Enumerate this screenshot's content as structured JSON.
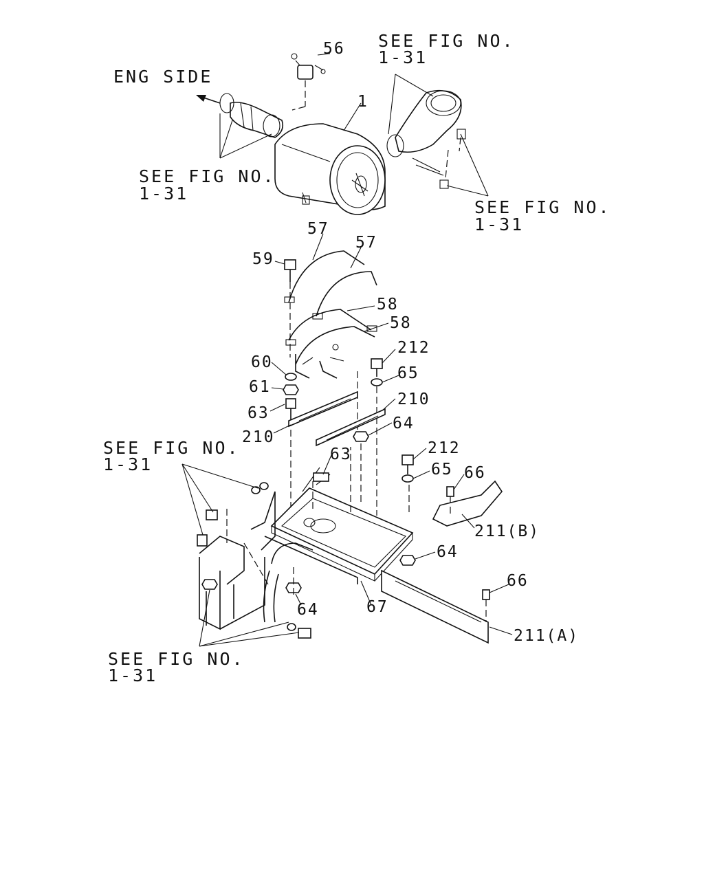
{
  "direction_label": "ENG SIDE",
  "references": [
    {
      "line1": "SEE FIG NO.",
      "line2": "1-31"
    },
    {
      "line1": "SEE FIG NO.",
      "line2": "1-31"
    },
    {
      "line1": "SEE FIG NO.",
      "line2": "1-31"
    },
    {
      "line1": "SEE FIG NO.",
      "line2": "1-31"
    },
    {
      "line1": "SEE FIG NO.",
      "line2": "1-31"
    }
  ],
  "part_numbers": {
    "air_cleaner": "1",
    "indicator": "56",
    "band_a": "57",
    "band_b": "57",
    "bracket_a": "58",
    "bracket_b": "58",
    "bolt_59": "59",
    "washer_60": "60",
    "nut_61": "61",
    "bolt_63_a": "63",
    "bolt_63_b": "63",
    "nut_64_a": "64",
    "nut_64_b": "64",
    "nut_64_c": "64",
    "washer_65_a": "65",
    "washer_65_b": "65",
    "screw_66_a": "66",
    "screw_66_b": "66",
    "base_plate": "67",
    "rail_a": "210",
    "rail_b": "210",
    "plate_a": "211(A)",
    "plate_b": "211(B)",
    "bolt_212_a": "212",
    "bolt_212_b": "212"
  }
}
